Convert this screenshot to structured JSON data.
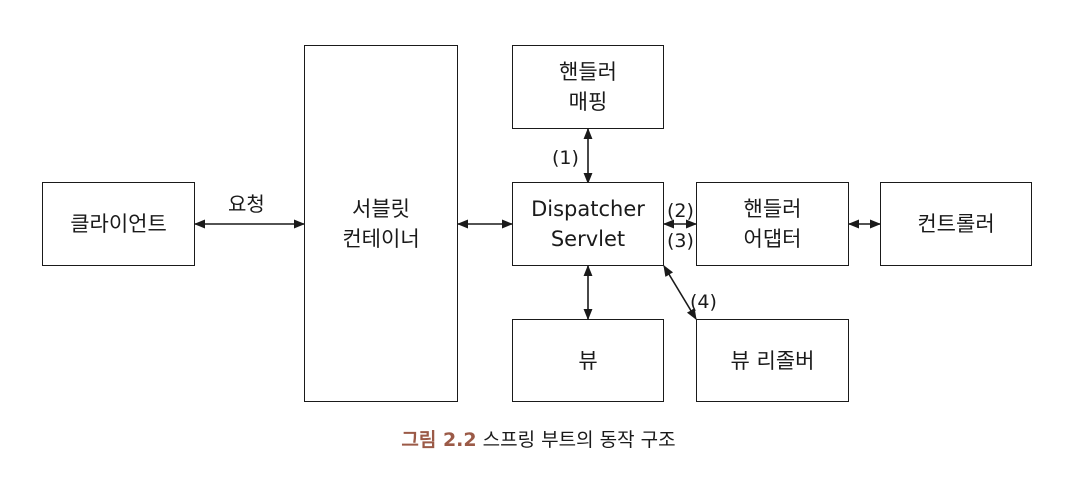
{
  "nodes": {
    "client": "클라이언트",
    "servlet_container": "서블릿\n컨테이너",
    "handler_mapping": "핸들러\n매핑",
    "dispatcher_servlet": "Dispatcher\nServlet",
    "handler_adapter": "핸들러\n어댑터",
    "controller": "컨트롤러",
    "view": "뷰",
    "view_resolver": "뷰 리졸버"
  },
  "edge_labels": {
    "request": "요청",
    "step1": "(1)",
    "step2": "(2)",
    "step3": "(3)",
    "step4": "(4)"
  },
  "caption": {
    "figure_number": "그림 2.2",
    "text": "스프링 부트의 동작 구조"
  },
  "colors": {
    "stroke": "#1a1a1a",
    "caption_accent": "#9b5a47"
  }
}
